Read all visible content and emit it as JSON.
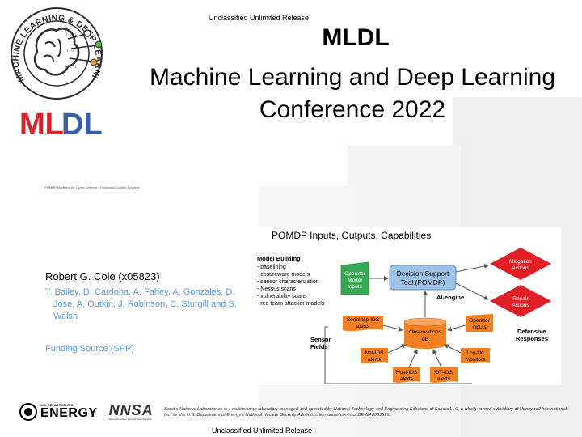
{
  "classification": "Unclassified Unlimited Release",
  "logo": {
    "ring_text": "MACHINE LEARNING & DEEP LEARNING",
    "mark": "MLDL",
    "colors": {
      "m_l": "#d9232a",
      "d_l": "#3a5ea8",
      "ring": "#2c2c2c"
    }
  },
  "title": {
    "acronym": "MLDL",
    "line1": "Machine Learning and Deep Learning",
    "line2": "Conference 2022"
  },
  "small_caption": "POMDP Modeling for Cyber Defense of Industrial Control Systems",
  "author": "Robert G. Cole (x05823)",
  "coauthors": "T. Bailey, D. Cardona, A. Fahey, A. Gonzales, D. Jose, A. Outkin, J. Robinson, C. Sturgill and S. Walsh",
  "funding": "Funding Source (SPP)",
  "diagram": {
    "title": "POMDP Inputs, Outputs, Capabilities",
    "model_building_heading": "Model Building",
    "model_building_items": [
      "- baselining",
      "- cost/reward models",
      "- sensor characterization",
      "- Nessus scans",
      "- vulnerability scans",
      "- red team attacker models"
    ],
    "operator_model_inputs": [
      "Operator",
      "Model",
      "Inputs"
    ],
    "dst": [
      "Decision Support",
      "Tool (POMDP)"
    ],
    "ai_engine": "AI-engine",
    "mitigation": [
      "Mitigation",
      "Actions"
    ],
    "repair": [
      "Repair",
      "Actions"
    ],
    "serial_tap": [
      "Serial tap IDS",
      "alerts"
    ],
    "observations": [
      "Observations",
      "dB"
    ],
    "operator_inputs": [
      "Operator",
      "inputs"
    ],
    "sensor_fields": [
      "Sensor",
      "Fields"
    ],
    "defensive_responses": [
      "Defensive",
      "Responses"
    ],
    "net_ids": [
      "Net-IDS",
      "alerts"
    ],
    "log_file": [
      "Log-file",
      "monitors"
    ],
    "host_ids": [
      "Host-IDS",
      "alerts"
    ],
    "ot_ids": [
      "OT-IDS",
      "alerts"
    ],
    "colors": {
      "orange": "#f47f20",
      "green": "#34a853",
      "blue": "#9dc3e6",
      "red": "#e21f26"
    }
  },
  "footer": {
    "doe_small": "U.S. DEPARTMENT OF",
    "doe_big": "ENERGY",
    "nnsa": "NNSA",
    "nnsa_sub": "National Nuclear Security Administration",
    "text": "Sandia National Laboratories is a multimission laboratory managed and operated by National Technology and Engineering Solutions of Sandia LLC, a wholly owned subsidiary of Honeywell International Inc. for the U.S. Department of Energy's National Nuclear Security Administration under contract DE-NA0003525."
  }
}
